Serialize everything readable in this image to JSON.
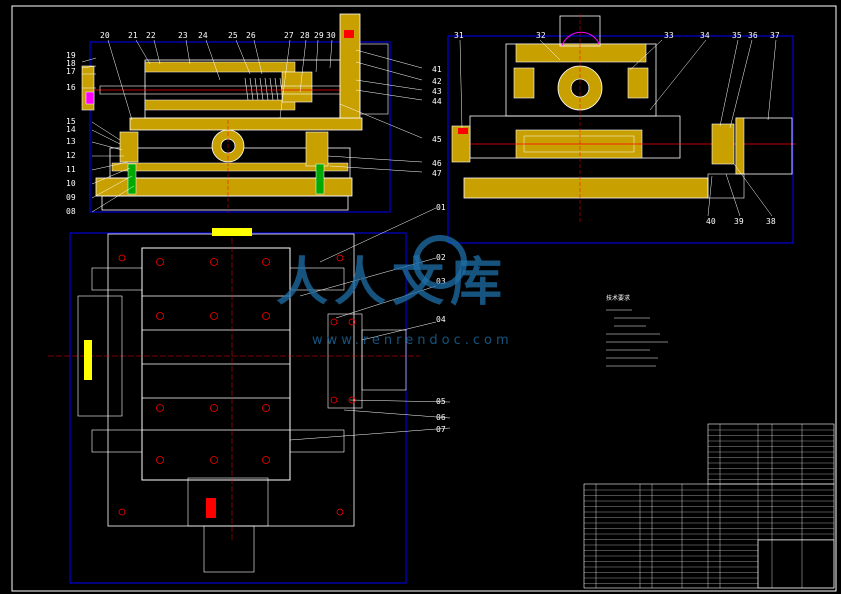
{
  "drawing": {
    "top_left_labels": [
      "20",
      "21",
      "22",
      "23",
      "24",
      "25",
      "26",
      "27",
      "28",
      "29",
      "30"
    ],
    "left_side_labels": [
      "19",
      "18",
      "17",
      "16",
      "15",
      "14",
      "13",
      "12",
      "11",
      "10",
      "09",
      "08"
    ],
    "right_of_top_left_labels": [
      "41",
      "42",
      "43",
      "44",
      "45",
      "46",
      "47"
    ],
    "top_right_labels": [
      "31",
      "32",
      "33",
      "34",
      "35",
      "36",
      "37"
    ],
    "bottom_right_of_top_right_labels": [
      "40",
      "39",
      "38"
    ],
    "plan_view_labels": [
      "01",
      "02",
      "03",
      "04",
      "05",
      "06",
      "07"
    ]
  },
  "watermark": {
    "logo_text": "人人文库",
    "url_text": "www.renrendoc.com"
  },
  "notes": {
    "heading": "技术要求"
  },
  "colors": {
    "background": "#000000",
    "outline": "#ffffff",
    "part_fill": "#c8a000",
    "frame_blue": "#0000ff",
    "centerline_red": "#ff0000",
    "accent_yellow": "#ffff00",
    "accent_green": "#00c000",
    "accent_magenta": "#ff00ff"
  }
}
